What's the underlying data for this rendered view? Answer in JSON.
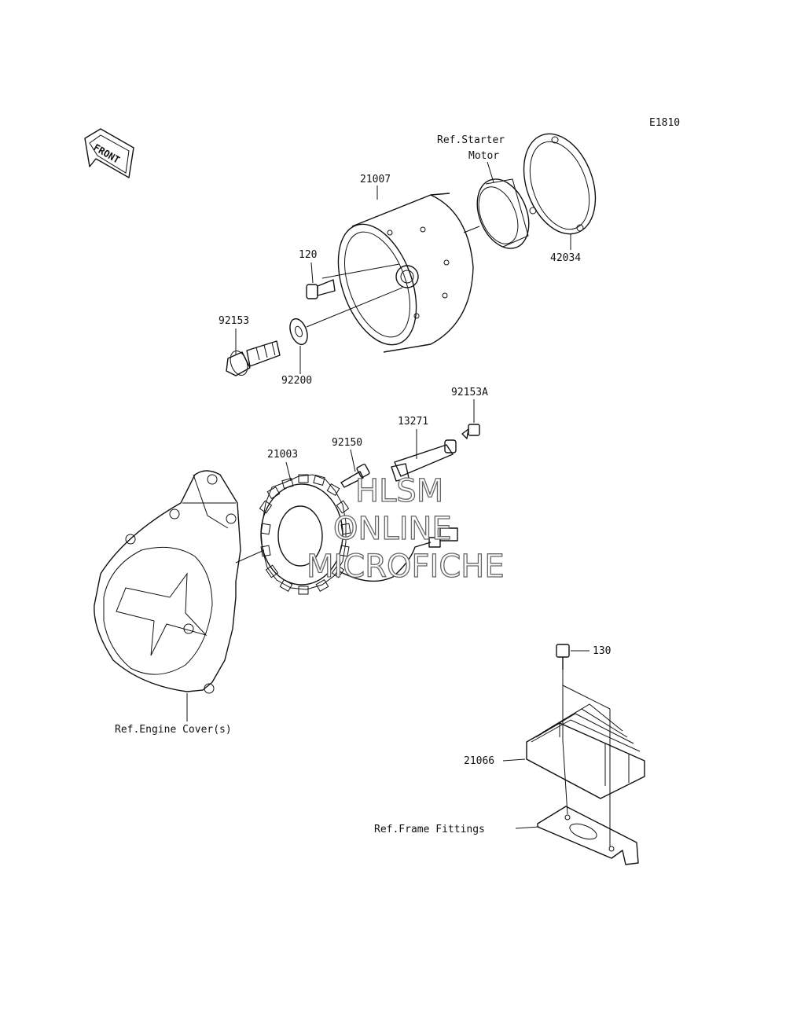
{
  "diagram_code": "E1810",
  "front_marker": "FRONT",
  "watermark": [
    "HLSM",
    "ONLINE",
    "MICROFICHE"
  ],
  "refs": {
    "starter_line1": "Ref.Starter",
    "starter_line2": "Motor",
    "engine_cover": "Ref.Engine Cover(s)",
    "frame_fittings": "Ref.Frame Fittings"
  },
  "parts": {
    "p21007": "21007",
    "p42034": "42034",
    "p120": "120",
    "p92153": "92153",
    "p92200": "92200",
    "p92153A": "92153A",
    "p13271": "13271",
    "p92150": "92150",
    "p21003": "21003",
    "p130": "130",
    "p21066": "21066"
  }
}
